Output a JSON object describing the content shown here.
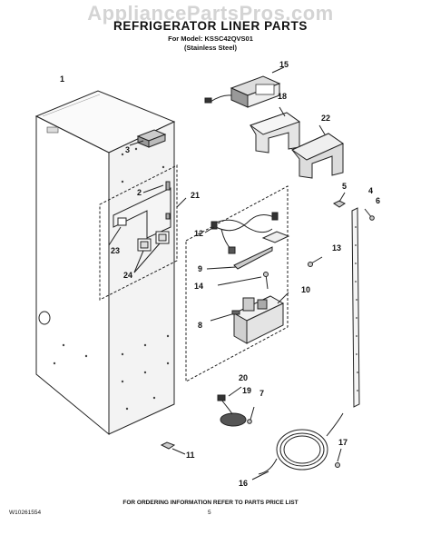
{
  "watermark": "AppliancePartsPros.com",
  "header": {
    "title": "REFRIGERATOR LINER PARTS",
    "model_line": "For Model: KSSC42QVS01",
    "finish_line": "(Stainless Steel)"
  },
  "callouts": [
    "1",
    "2",
    "3",
    "4",
    "5",
    "6",
    "7",
    "8",
    "9",
    "10",
    "11",
    "12",
    "13",
    "14",
    "15",
    "16",
    "17",
    "18",
    "19",
    "20",
    "21",
    "22",
    "23",
    "24"
  ],
  "footer": {
    "ordering_note": "FOR ORDERING INFORMATION REFER TO PARTS PRICE LIST",
    "doc_number": "W10261554",
    "page_number": "5"
  }
}
